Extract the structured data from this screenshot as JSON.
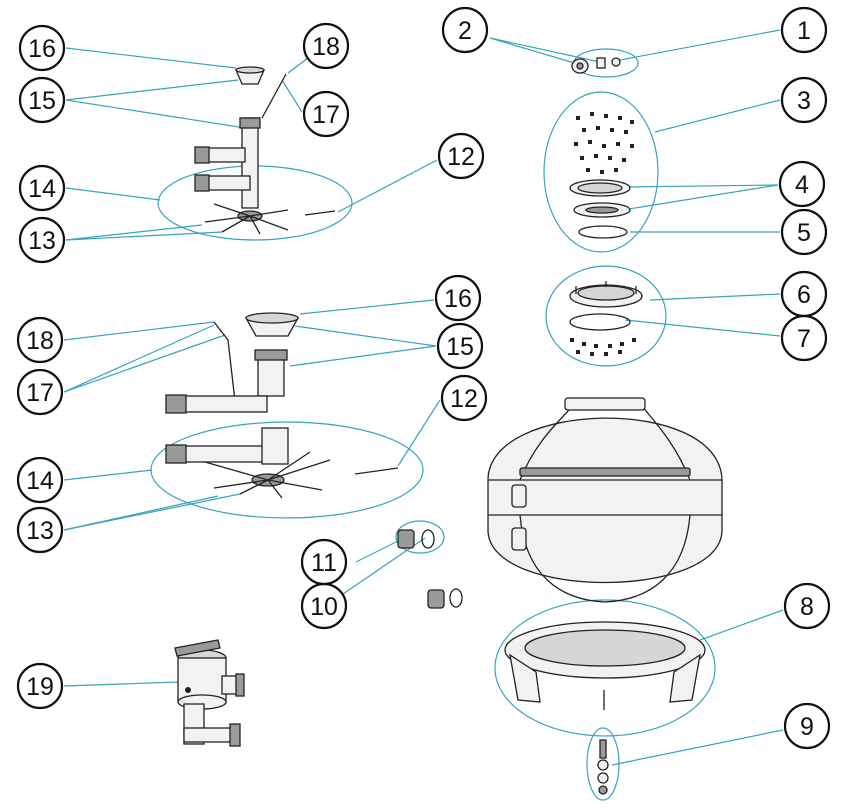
{
  "callouts": [
    "1",
    "2",
    "3",
    "4",
    "5",
    "6",
    "7",
    "8",
    "9",
    "10",
    "11",
    "12",
    "13",
    "14",
    "15",
    "16",
    "17",
    "18",
    "19"
  ],
  "callouts_lower": [
    "16",
    "15",
    "18",
    "17",
    "12",
    "14",
    "13"
  ],
  "colors": {
    "leader": "#3aa3bd",
    "outline": "#222222",
    "background": "#ffffff"
  }
}
